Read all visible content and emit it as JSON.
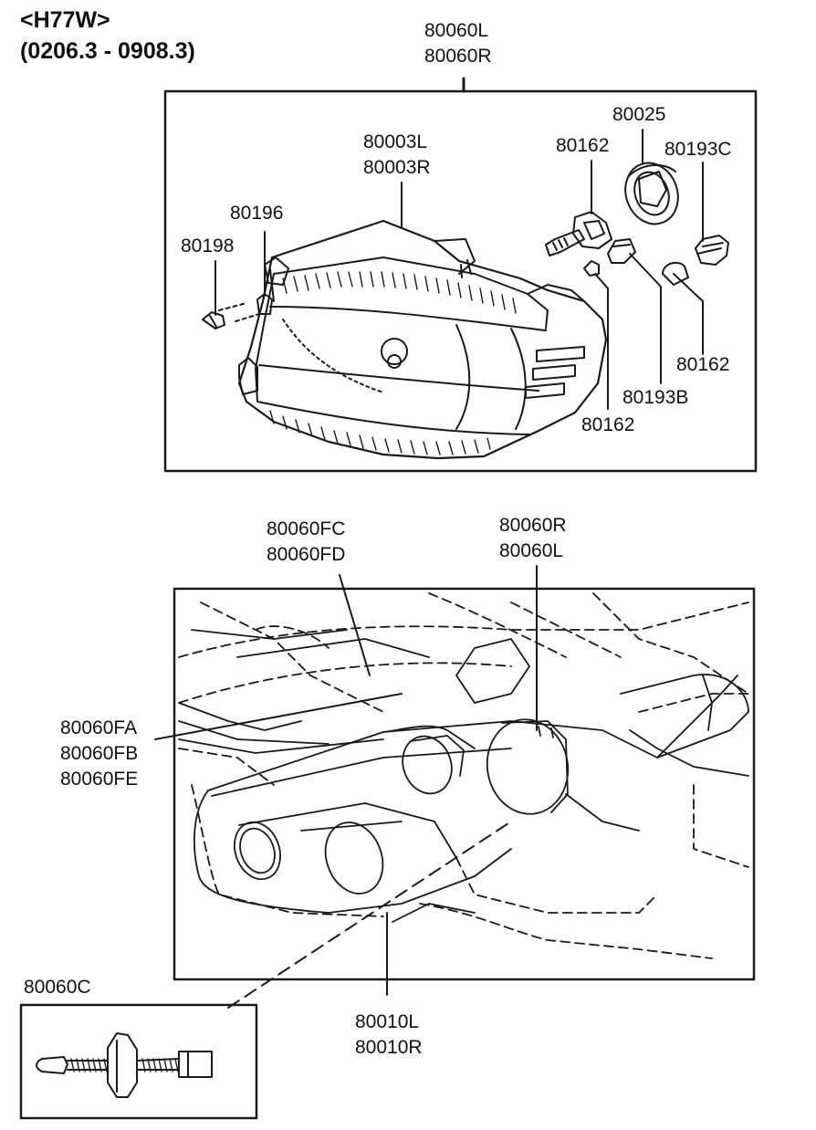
{
  "header": {
    "model": "<H77W>",
    "period": "(0206.3 - 0908.3)"
  },
  "top_diagram": {
    "assembly": [
      "80060L",
      "80060R"
    ],
    "housing": [
      "80003L",
      "80003R"
    ],
    "parts": {
      "p80025": "80025",
      "p80162a": "80162",
      "p80193C": "80193C",
      "p80196": "80196",
      "p80198": "80198",
      "p80162b": "80162",
      "p80193B": "80193B",
      "p80162c": "80162"
    }
  },
  "bottom_diagram": {
    "fc_fd": [
      "80060FC",
      "80060FD"
    ],
    "r_l": [
      "80060R",
      "80060L"
    ],
    "fa_fb_fe": [
      "80060FA",
      "80060FB",
      "80060FE"
    ],
    "lens": [
      "80010L",
      "80010R"
    ],
    "inset_title": "80060C"
  },
  "style": {
    "line_color": "#1a1a1a",
    "background": "#ffffff"
  }
}
